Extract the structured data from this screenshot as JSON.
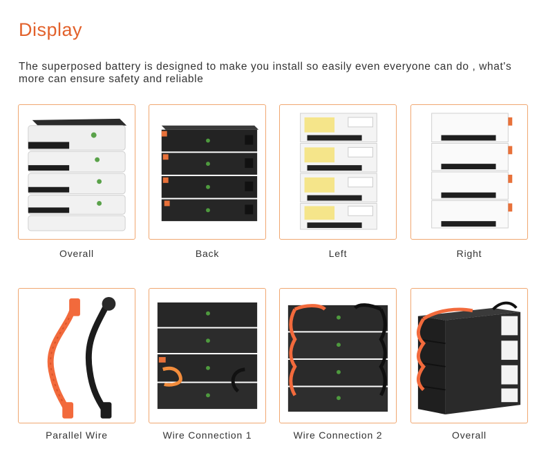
{
  "header": {
    "title": "Display",
    "description": "The superposed  battery is designed to make you install so easily even everyone can do , what's more can ensure safety and reliable"
  },
  "gallery": [
    {
      "caption": "Overall",
      "image": "battery-stack-white-overall"
    },
    {
      "caption": "Back",
      "image": "battery-stack-black-back"
    },
    {
      "caption": "Left",
      "image": "battery-stack-left-labels"
    },
    {
      "caption": "Right",
      "image": "battery-stack-white-right"
    },
    {
      "caption": "Parallel Wire",
      "image": "parallel-wire-cables"
    },
    {
      "caption": "Wire  Connection 1",
      "image": "battery-stack-wire-connection-1"
    },
    {
      "caption": "Wire  Connection 2",
      "image": "battery-stack-wire-connection-2"
    },
    {
      "caption": "Overall",
      "image": "battery-stack-black-overall"
    }
  ],
  "colors": {
    "accent": "#e2612b",
    "card_border": "#f0a66f",
    "cable_orange": "#f26a3c"
  }
}
